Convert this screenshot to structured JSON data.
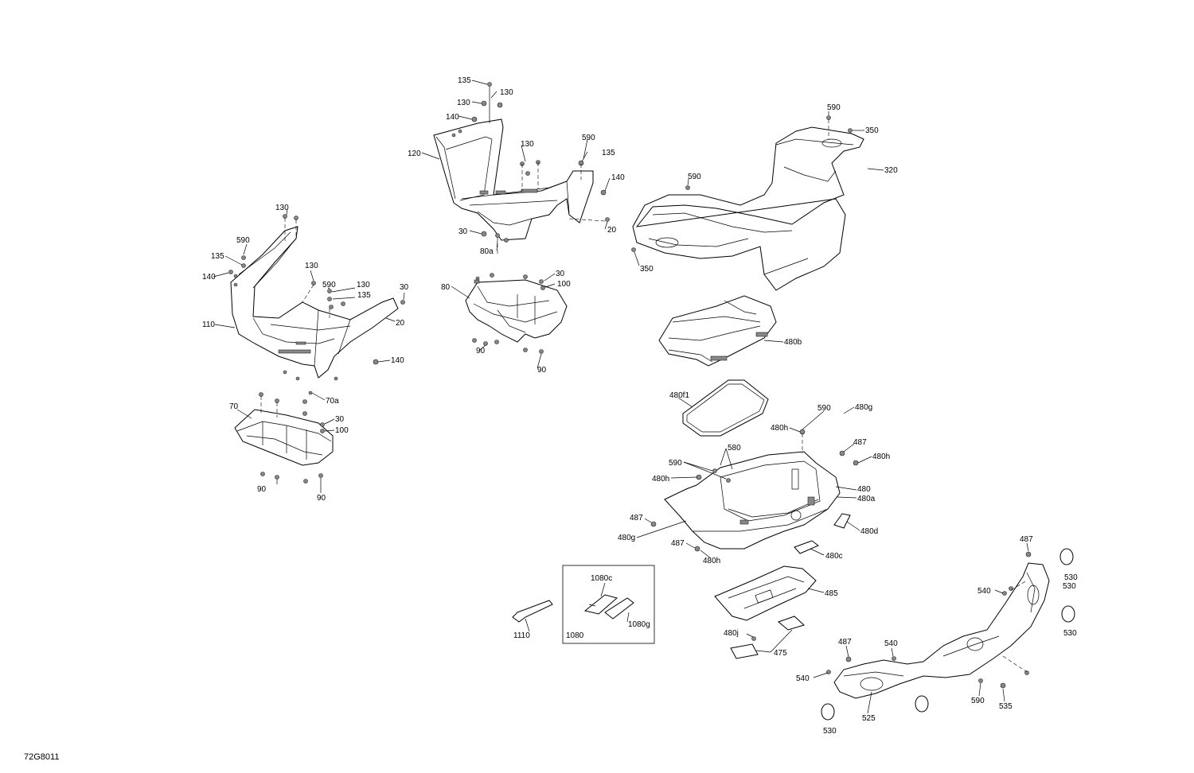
{
  "diagram": {
    "reference_code": "72G8011",
    "callouts": [
      {
        "id": "c1",
        "text": "135"
      },
      {
        "id": "c2",
        "text": "130"
      },
      {
        "id": "c3",
        "text": "130"
      },
      {
        "id": "c4",
        "text": "140"
      },
      {
        "id": "c5",
        "text": "120"
      },
      {
        "id": "c6",
        "text": "130"
      },
      {
        "id": "c7",
        "text": "590"
      },
      {
        "id": "c8",
        "text": "135"
      },
      {
        "id": "c9",
        "text": "140"
      },
      {
        "id": "c10",
        "text": "30"
      },
      {
        "id": "c11",
        "text": "20"
      },
      {
        "id": "c12",
        "text": "80a"
      },
      {
        "id": "c13",
        "text": "80"
      },
      {
        "id": "c14",
        "text": "30"
      },
      {
        "id": "c15",
        "text": "100"
      },
      {
        "id": "c16",
        "text": "90"
      },
      {
        "id": "c17",
        "text": "90"
      },
      {
        "id": "c18",
        "text": "130"
      },
      {
        "id": "c19",
        "text": "590"
      },
      {
        "id": "c20",
        "text": "135"
      },
      {
        "id": "c21",
        "text": "140"
      },
      {
        "id": "c22",
        "text": "130"
      },
      {
        "id": "c23",
        "text": "590"
      },
      {
        "id": "c24",
        "text": "130"
      },
      {
        "id": "c25",
        "text": "135"
      },
      {
        "id": "c26",
        "text": "30"
      },
      {
        "id": "c27",
        "text": "110"
      },
      {
        "id": "c28",
        "text": "20"
      },
      {
        "id": "c29",
        "text": "140"
      },
      {
        "id": "c30",
        "text": "70a"
      },
      {
        "id": "c31",
        "text": "70"
      },
      {
        "id": "c32",
        "text": "30"
      },
      {
        "id": "c33",
        "text": "100"
      },
      {
        "id": "c34",
        "text": "90"
      },
      {
        "id": "c35",
        "text": "90"
      },
      {
        "id": "c36",
        "text": "590"
      },
      {
        "id": "c37",
        "text": "350"
      },
      {
        "id": "c38",
        "text": "320"
      },
      {
        "id": "c39",
        "text": "590"
      },
      {
        "id": "c40",
        "text": "350"
      },
      {
        "id": "c41",
        "text": "480b"
      },
      {
        "id": "c42",
        "text": "480f1"
      },
      {
        "id": "c43",
        "text": "590"
      },
      {
        "id": "c44",
        "text": "480g"
      },
      {
        "id": "c45",
        "text": "480h"
      },
      {
        "id": "c46",
        "text": "487"
      },
      {
        "id": "c47",
        "text": "480h"
      },
      {
        "id": "c48",
        "text": "580"
      },
      {
        "id": "c49",
        "text": "590"
      },
      {
        "id": "c50",
        "text": "480h"
      },
      {
        "id": "c51",
        "text": "480"
      },
      {
        "id": "c52",
        "text": "480a"
      },
      {
        "id": "c53",
        "text": "487"
      },
      {
        "id": "c54",
        "text": "480d"
      },
      {
        "id": "c55",
        "text": "480g"
      },
      {
        "id": "c56",
        "text": "487"
      },
      {
        "id": "c57",
        "text": "480c"
      },
      {
        "id": "c58",
        "text": "480h"
      },
      {
        "id": "c59",
        "text": "485"
      },
      {
        "id": "c60",
        "text": "1080c"
      },
      {
        "id": "c61",
        "text": "1080g"
      },
      {
        "id": "c62",
        "text": "1080"
      },
      {
        "id": "c63",
        "text": "1110"
      },
      {
        "id": "c64",
        "text": "480j"
      },
      {
        "id": "c65",
        "text": "475"
      },
      {
        "id": "c66",
        "text": "487"
      },
      {
        "id": "c67",
        "text": "530"
      },
      {
        "id": "c68",
        "text": "540"
      },
      {
        "id": "c69",
        "text": "530"
      },
      {
        "id": "c70",
        "text": "487"
      },
      {
        "id": "c71",
        "text": "540"
      },
      {
        "id": "c72",
        "text": "540"
      },
      {
        "id": "c73",
        "text": "590"
      },
      {
        "id": "c74",
        "text": "535"
      },
      {
        "id": "c75",
        "text": "530"
      },
      {
        "id": "c76",
        "text": "525"
      },
      {
        "id": "c77",
        "text": "530"
      }
    ]
  }
}
